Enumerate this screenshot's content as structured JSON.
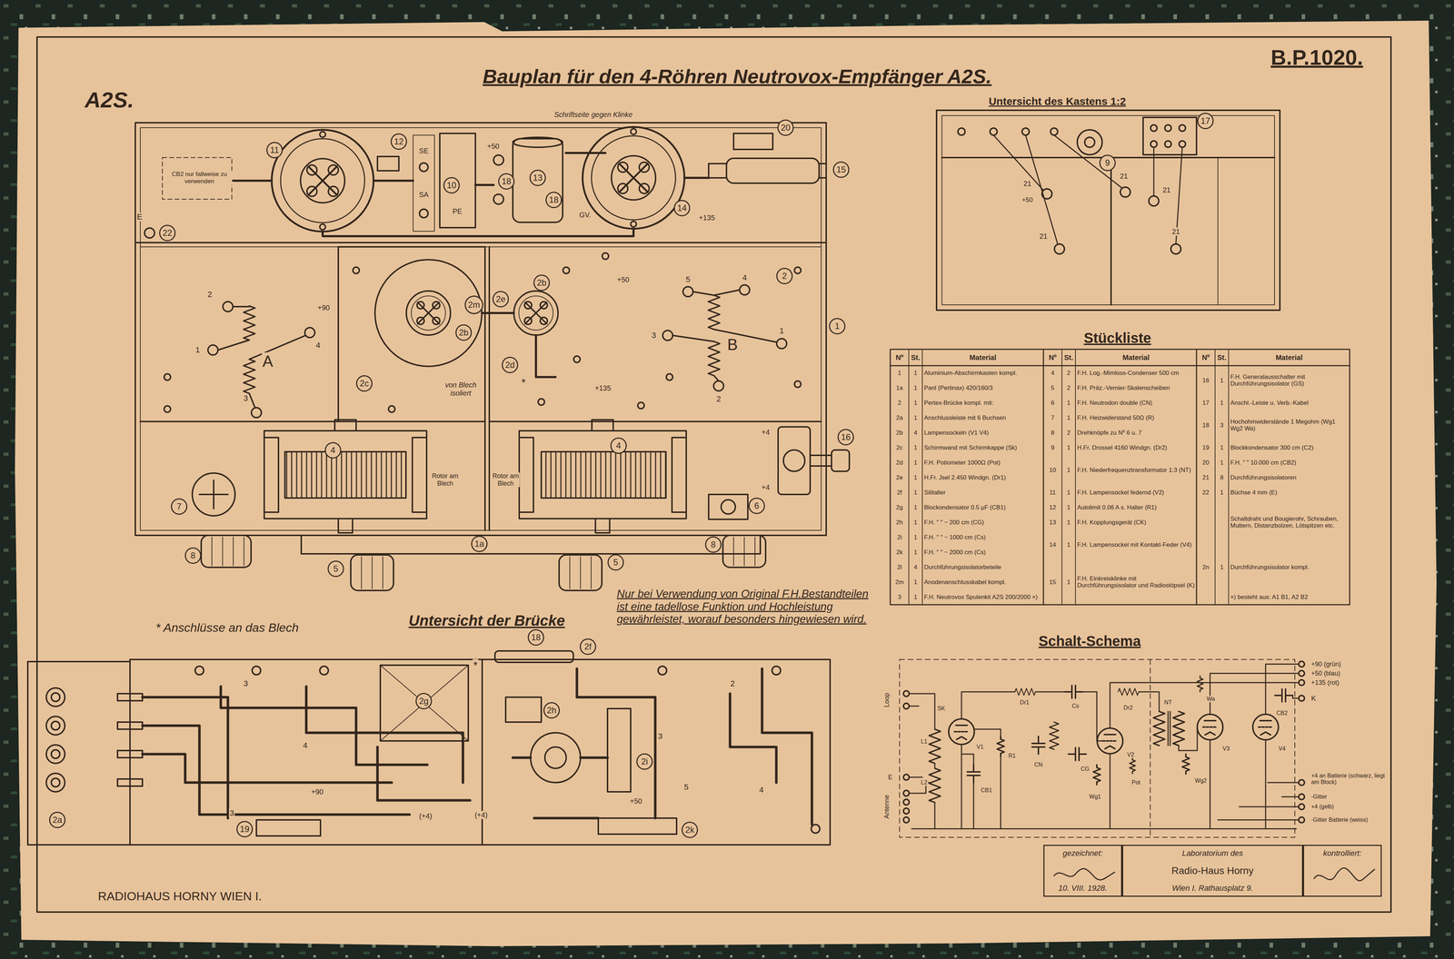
{
  "diagram": {
    "title": "Bauplan für den 4-Röhren Neutrovox-Empfänger A2S.",
    "nodes": [
      {
        "text": [
          "11"
        ]
      },
      {
        "text": [
          "12"
        ]
      },
      {
        "text": [
          "10"
        ]
      },
      {
        "text": [
          "18"
        ]
      },
      {
        "text": [
          "13"
        ]
      },
      {
        "text": [
          "18"
        ]
      },
      {
        "text": [
          "14"
        ]
      },
      {
        "text": [
          "20"
        ]
      },
      {
        "text": [
          "15"
        ]
      },
      {
        "text": [
          "22"
        ]
      },
      {
        "text": [
          "2"
        ]
      },
      {
        "text": [
          "1"
        ]
      },
      {
        "text": [
          "2m"
        ]
      },
      {
        "text": [
          "2e"
        ]
      },
      {
        "text": [
          "2b"
        ]
      },
      {
        "text": [
          "2b"
        ]
      },
      {
        "text": [
          "2c"
        ]
      },
      {
        "text": [
          "2d"
        ]
      },
      {
        "text": [
          "4"
        ]
      },
      {
        "text": [
          "4"
        ]
      },
      {
        "text": [
          "16"
        ]
      },
      {
        "text": [
          "7"
        ]
      },
      {
        "text": [
          "6"
        ]
      },
      {
        "text": [
          "8"
        ]
      },
      {
        "text": [
          "8"
        ]
      },
      {
        "text": [
          "5"
        ]
      },
      {
        "text": [
          "5"
        ]
      },
      {
        "text": [
          "1a"
        ]
      },
      {
        "text": [
          "17"
        ]
      },
      {
        "text": [
          "9"
        ]
      },
      {
        "text": [
          "18"
        ]
      },
      {
        "text": [
          "2f"
        ]
      },
      {
        "text": [
          "2g"
        ]
      },
      {
        "text": [
          "2h"
        ]
      },
      {
        "text": [
          "2i"
        ]
      },
      {
        "text": [
          "2k"
        ]
      },
      {
        "text": [
          "19"
        ]
      },
      {
        "text": [
          "2a"
        ]
      },
      {
        "text": [
          "gezeichnet:",
          "10. VIII. 1928."
        ]
      },
      {
        "text": [
          "Laboratorium des",
          "Radio-Haus Horny",
          "Wien I. Rathausplatz 9."
        ]
      },
      {
        "text": [
          "kontrolliert:"
        ]
      }
    ],
    "labels": [
      "A2S.",
      "B.P.1020.",
      "Schriftseite gegen Klinke",
      "CB2 nur fallweise zu verwenden",
      "SE",
      "SA",
      "PE",
      "+50",
      "GV.",
      "+135",
      "E",
      "2",
      "1",
      "A",
      "3",
      "4",
      "+90",
      "5",
      "4",
      "3",
      "B",
      "1",
      "2",
      "+50",
      "+135",
      "von Blech isoliert",
      "*",
      "Rotor am Blech",
      "Rotor am Blech",
      "+4",
      "+4",
      "Untersicht des Kastens 1:2",
      "21",
      "+50",
      "21",
      "21",
      "21",
      "21",
      "Stückliste",
      "Nº",
      "St.",
      "Material",
      "Nº",
      "St.",
      "Material",
      "Nº",
      "St.",
      "Material",
      "1",
      "1",
      "Aluminium-Abschirmkasten kompl.",
      "1a",
      "1",
      "Panl (Pertinax) 420/160/3",
      "2",
      "1",
      "Pertex-Brücke kompl. mit:",
      "2a",
      "1",
      "Anschlussleiste mit 6 Buchsen",
      "2b",
      "4",
      "Lampensockeln (V1 V4)",
      "2c",
      "1",
      "Schirmwand mit Schirmkappe (Sk)",
      "2d",
      "1",
      "F.H. Potiometer 1000Ω (Pot)",
      "2e",
      "1",
      "H.Fr. Jsel 2.450 Windgn. (Dr1)",
      "2f",
      "1",
      "Silitalter",
      "2g",
      "1",
      "Blockondensator 0.5 μF (CB1)",
      "2h",
      "1",
      "F.H. ″ ″ ~ 200 cm (CG)",
      "2i",
      "1",
      "F.H. ″ ″ ~ 1000 cm (Cs)",
      "2k",
      "1",
      "F.H. ″ ″ ~ 2000 cm (Cs)",
      "2l",
      "4",
      "Durchführungsisolatorbeteile",
      "2m",
      "1",
      "Anodenanschlusskabel kompl.",
      "3",
      "1",
      "F.H. Neutrovox Spulenkit A2S 200/2000 ×)",
      "4",
      "2",
      "F.H. Log.-Mimloss-Condenser 500 cm",
      "5",
      "2",
      "F.H. Präz.-Vernier-Skalenscheiben",
      "6",
      "1",
      "F.H. Neutrodon double (CN)",
      "7",
      "1",
      "F.H. Heizwiderstand 50Ω (R)",
      "8",
      "2",
      "Drehknöpfe zu Nº 6 u. 7",
      "9",
      "1",
      "H.Fr. Drossel 4160 Windgn. (Dr2)",
      "10",
      "1",
      "F.H. Niederfrequenztransformator 1:3 (NT)",
      "11",
      "1",
      "F.H. Lampensockel federnd (V2)",
      "12",
      "1",
      "Autolimit 0.06 A s. Halter (R1)",
      "13",
      "1",
      "F.H. Kopplungsgerät (CK)",
      "14",
      "1",
      "F.H. Lampensockel mit Kontakt-Feder (V4)",
      "15",
      "1",
      "F.H. Einkreisklinke mit Durchführungsisolator und Radiostöpsel (K)",
      "16",
      "1",
      "F.H. Generalausschalter mit Durchführungsisolator (GS)",
      "17",
      "1",
      "Anschl.-Leiste u. Verb.-Kabel",
      "18",
      "3",
      "Hochohmwiderstände 1 Megohm (Wg1 Wg2 Wa)",
      "19",
      "1",
      "Blockkondensator 300 cm (C2)",
      "20",
      "1",
      "F.H. ″ ″ 10.000 cm (CB2)",
      "21",
      "8",
      "Durchführungsisolatoren",
      "22",
      "1",
      "Büchse 4 mm (E)",
      "Schaltdraht und Bougierohr, Schrauben, Muttern, Distanzbolzen, Lötspitzen etc.",
      "2n",
      "1",
      "Durchführungsisolator kompl.",
      "×) besteht aus: A1 B1, A2 B2",
      "* Anschlüsse an das Blech",
      "Untersicht der Brücke",
      "Nur bei Verwendung von Original F.H.Bestandteilen ist eine tadellose Funktion und Hochleistung gewährleistet, worauf besonders hingewiesen wird.",
      "Schalt-Schema",
      "3",
      "4",
      "+90",
      "3",
      "2",
      "3",
      "5",
      "4",
      "+50",
      "(+4)",
      "(+4)",
      "*",
      "Loop",
      "E",
      "Antenne",
      "SK",
      "V1",
      "L1",
      "L2",
      "CB1",
      "R1",
      "Dr1",
      "CN",
      "Cs",
      "CG",
      "Dr2",
      "V2",
      "Wg1",
      "Pot",
      "NT",
      "V3",
      "Wa",
      "Wg2",
      "V4",
      "CB2",
      "+90 (grün)",
      "+50 (blau)",
      "+135 (rot)",
      "K",
      "+4 an Batterie (schwarz, liegt am Block)",
      "-Gitter",
      "+4 (gelb)",
      "-Gitter Batterie (weiss)",
      "RADIOHAUS HORNY WIEN I."
    ]
  }
}
